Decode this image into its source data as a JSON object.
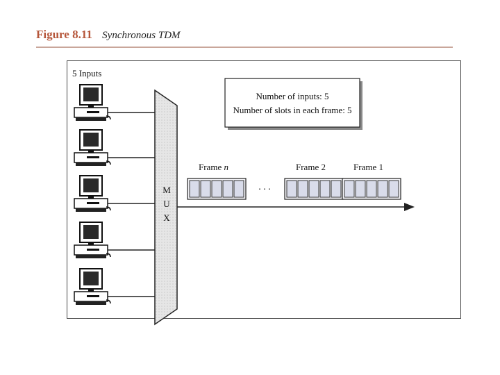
{
  "figure": {
    "number": "Figure 8.11",
    "caption": "Synchronous TDM"
  },
  "inputs_label": "5 Inputs",
  "info_box": {
    "line1": "Number of inputs: 5",
    "line2": "Number of slots in each frame: 5"
  },
  "mux_letters": [
    "M",
    "U",
    "X"
  ],
  "frames": {
    "frame_n_prefix": "Frame ",
    "frame_n_var": "n",
    "ellipsis": ". . .",
    "frame2": "Frame 2",
    "frame1": "Frame 1"
  },
  "slots_per_frame": 5,
  "input_count": 5,
  "icons": {
    "computer": "computer-icon",
    "mux": "multiplexer-icon",
    "arrow": "arrow-right-icon"
  },
  "colors": {
    "title_accent": "#b5563a",
    "slot_fill": "#d9dcea",
    "mux_fill": "#e3e3e3"
  }
}
